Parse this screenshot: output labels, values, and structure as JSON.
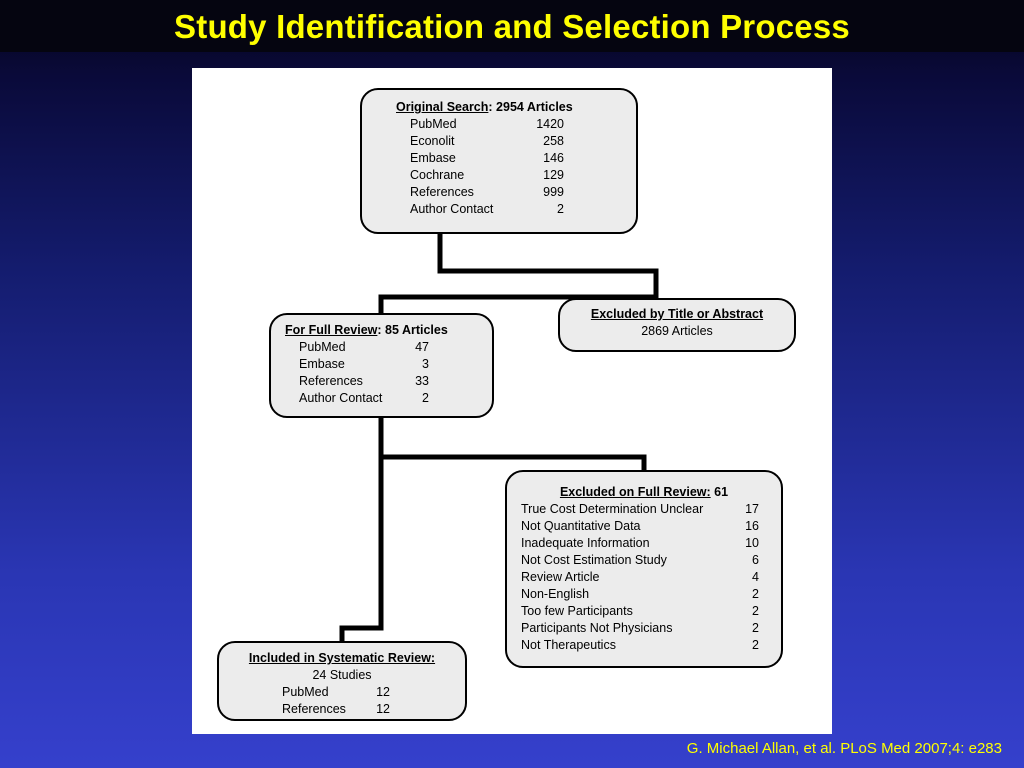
{
  "slide": {
    "title": "Study Identification and Selection Process",
    "citation": "G. Michael Allan, et al. PLoS Med 2007;4: e283"
  },
  "flowchart": {
    "original_search": {
      "title_underlined": "Original Search",
      "title_rest": ": 2954 Articles",
      "rows": [
        {
          "label": "PubMed",
          "value": "1420"
        },
        {
          "label": "Econolit",
          "value": "258"
        },
        {
          "label": "Embase",
          "value": "146"
        },
        {
          "label": "Cochrane",
          "value": "129"
        },
        {
          "label": "References",
          "value": "999"
        },
        {
          "label": "Author Contact",
          "value": "2"
        }
      ]
    },
    "excluded_title": {
      "title": "Excluded by Title or Abstract",
      "subtitle": "2869 Articles"
    },
    "full_review": {
      "title_underlined": "For Full Review",
      "title_rest": ": 85 Articles",
      "rows": [
        {
          "label": "PubMed",
          "value": "47"
        },
        {
          "label": "Embase",
          "value": "3"
        },
        {
          "label": "References",
          "value": "33"
        },
        {
          "label": "Author Contact",
          "value": "2"
        }
      ]
    },
    "excluded_full": {
      "title_underlined": "Excluded on Full Review:",
      "title_rest": " 61",
      "rows": [
        {
          "label": "True Cost Determination Unclear",
          "value": "17"
        },
        {
          "label": "Not Quantitative Data",
          "value": "16"
        },
        {
          "label": "Inadequate Information",
          "value": "10"
        },
        {
          "label": "Not Cost Estimation Study",
          "value": "6"
        },
        {
          "label": "Review Article",
          "value": "4"
        },
        {
          "label": "Non-English",
          "value": "2"
        },
        {
          "label": "Too few Participants",
          "value": "2"
        },
        {
          "label": "Participants Not Physicians",
          "value": "2"
        },
        {
          "label": "Not Therapeutics",
          "value": "2"
        }
      ]
    },
    "included": {
      "title": "Included in Systematic Review:",
      "subtitle": "24 Studies",
      "rows": [
        {
          "label": "PubMed",
          "value": "12"
        },
        {
          "label": "References",
          "value": "12"
        }
      ]
    }
  }
}
